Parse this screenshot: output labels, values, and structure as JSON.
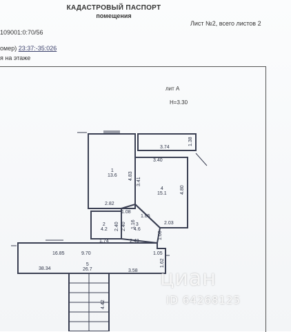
{
  "header": {
    "title": "КАДАСТРОВЫЙ ПАСПОРТ",
    "subtitle": "помещения",
    "sheet_info": "Лист №2, всего листов 2",
    "cadastral_number": "109001:0:70/56",
    "nomer_prefix": "омер)",
    "nomer_value": "23:37:-35:026",
    "floor_caption": "я на этаже"
  },
  "plan": {
    "lit": "лит А",
    "height": "H=3.30",
    "dimensions": {
      "room_top_right_width": "3.74",
      "room_top_right_height": "1.38",
      "room_a_height": "4.83",
      "room_b_width": "3.40",
      "room_b_left": "3.41",
      "room_b_right": "4.80",
      "room_a_bottom": "2.82",
      "corridor_diag1": "1.08",
      "corridor_diag2": "1.85",
      "room_b_bottom": "2.03",
      "wc_left": "2.40",
      "wc_right": "2.40",
      "wc_top_span": "1.16",
      "hall_left": "1.74",
      "hall_mid": "2.43",
      "hall_right": "1.00",
      "hall_top": "9.70",
      "hall_width": "1.05",
      "hall_right_h": "1.62",
      "hall_left_a": "16.85",
      "hall_bottom": "3.58",
      "stair": "4.42"
    },
    "rooms": {
      "room_a": "1\n13.6",
      "room_b": "4\n15.1",
      "room_c": "3\n4.6",
      "wc": "2\n4.2",
      "hall": "5\n26.7",
      "hall_side": "38.34"
    }
  },
  "watermark": {
    "logo": "циан",
    "id": "ID 64268125"
  }
}
